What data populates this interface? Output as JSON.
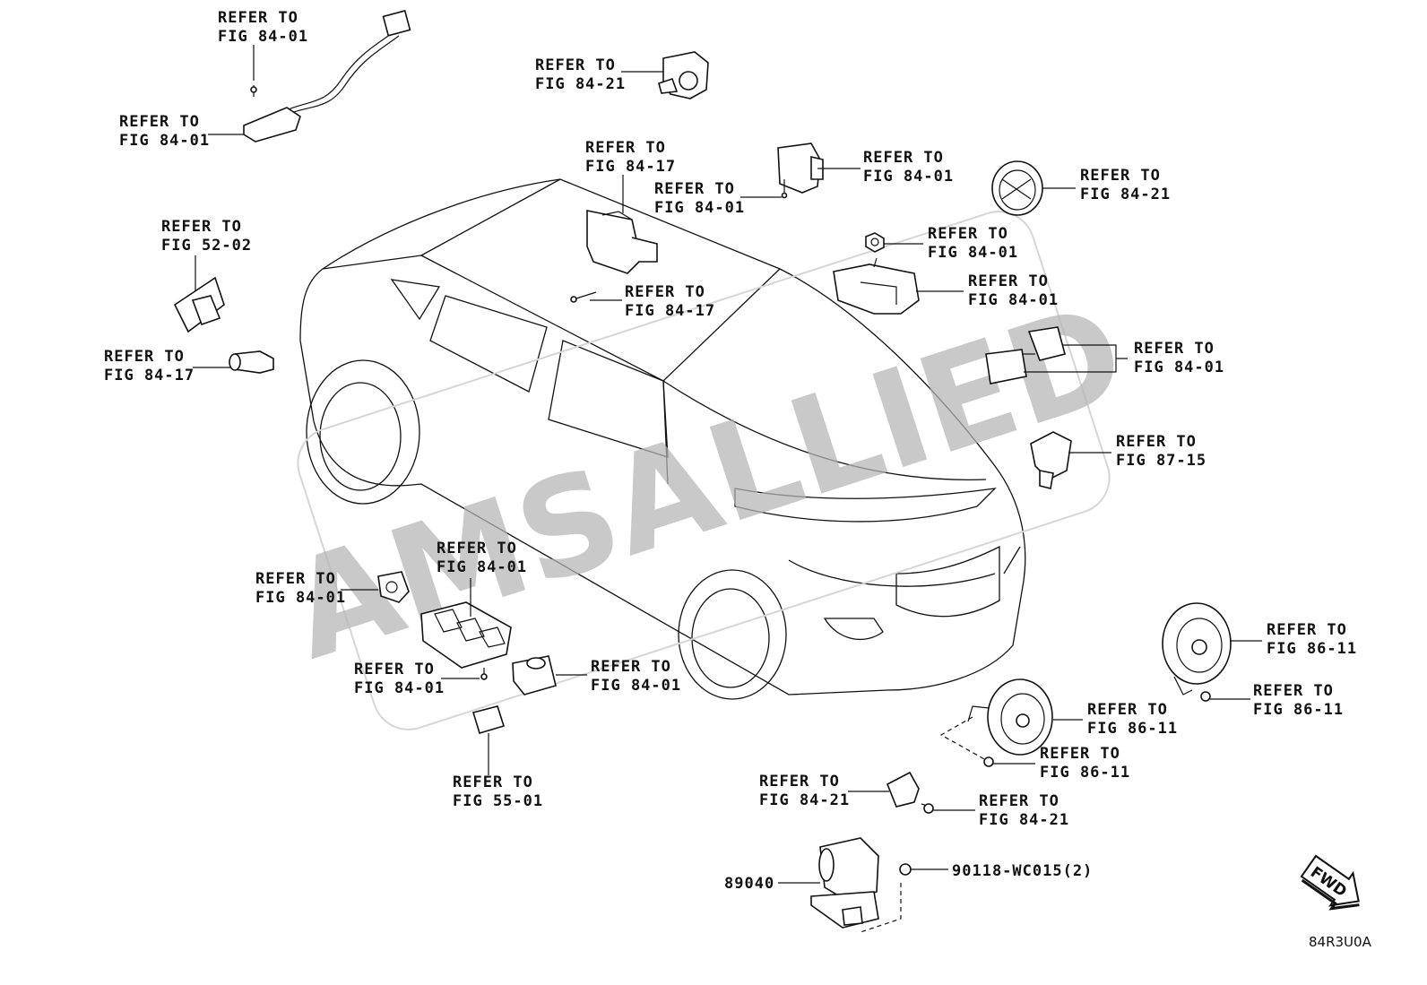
{
  "watermark": "AMSALLIED",
  "diagram_code": "84R3U0A",
  "fwd_badge": "FWD",
  "labels": {
    "l1": [
      "REFER TO",
      "FIG 84-01"
    ],
    "l2": [
      "REFER TO",
      "FIG 84-01"
    ],
    "l3": [
      "REFER TO",
      "FIG 84-21"
    ],
    "l4": [
      "REFER TO",
      "FIG 84-17"
    ],
    "l5": [
      "REFER TO",
      "FIG 84-01"
    ],
    "l6": [
      "REFER TO",
      "FIG 84-01"
    ],
    "l7": [
      "REFER TO",
      "FIG 84-21"
    ],
    "l8": [
      "REFER TO",
      "FIG 52-02"
    ],
    "l9": [
      "REFER TO",
      "FIG 84-01"
    ],
    "l10": [
      "REFER TO",
      "FIG 84-17"
    ],
    "l11": [
      "REFER TO",
      "FIG 84-01"
    ],
    "l12": [
      "REFER TO",
      "FIG 84-17"
    ],
    "l13": [
      "REFER TO",
      "FIG 84-01"
    ],
    "l14": [
      "REFER TO",
      "FIG 87-15"
    ],
    "l15": [
      "REFER TO",
      "FIG 84-01"
    ],
    "l16": [
      "REFER TO",
      "FIG 84-01"
    ],
    "l17": [
      "REFER TO",
      "FIG 84-01"
    ],
    "l18": [
      "REFER TO",
      "FIG 84-01"
    ],
    "l19": [
      "REFER TO",
      "FIG 55-01"
    ],
    "l20": [
      "REFER TO",
      "FIG 86-11"
    ],
    "l21": [
      "REFER TO",
      "FIG 86-11"
    ],
    "l22": [
      "REFER TO",
      "FIG 86-11"
    ],
    "l23": [
      "REFER TO",
      "FIG 86-11"
    ],
    "l24": [
      "REFER TO",
      "FIG 84-21"
    ],
    "l25": [
      "REFER TO",
      "FIG 84-21"
    ]
  },
  "part_numbers": {
    "siren": "89040",
    "bolt": "90118-WC015(2)"
  }
}
